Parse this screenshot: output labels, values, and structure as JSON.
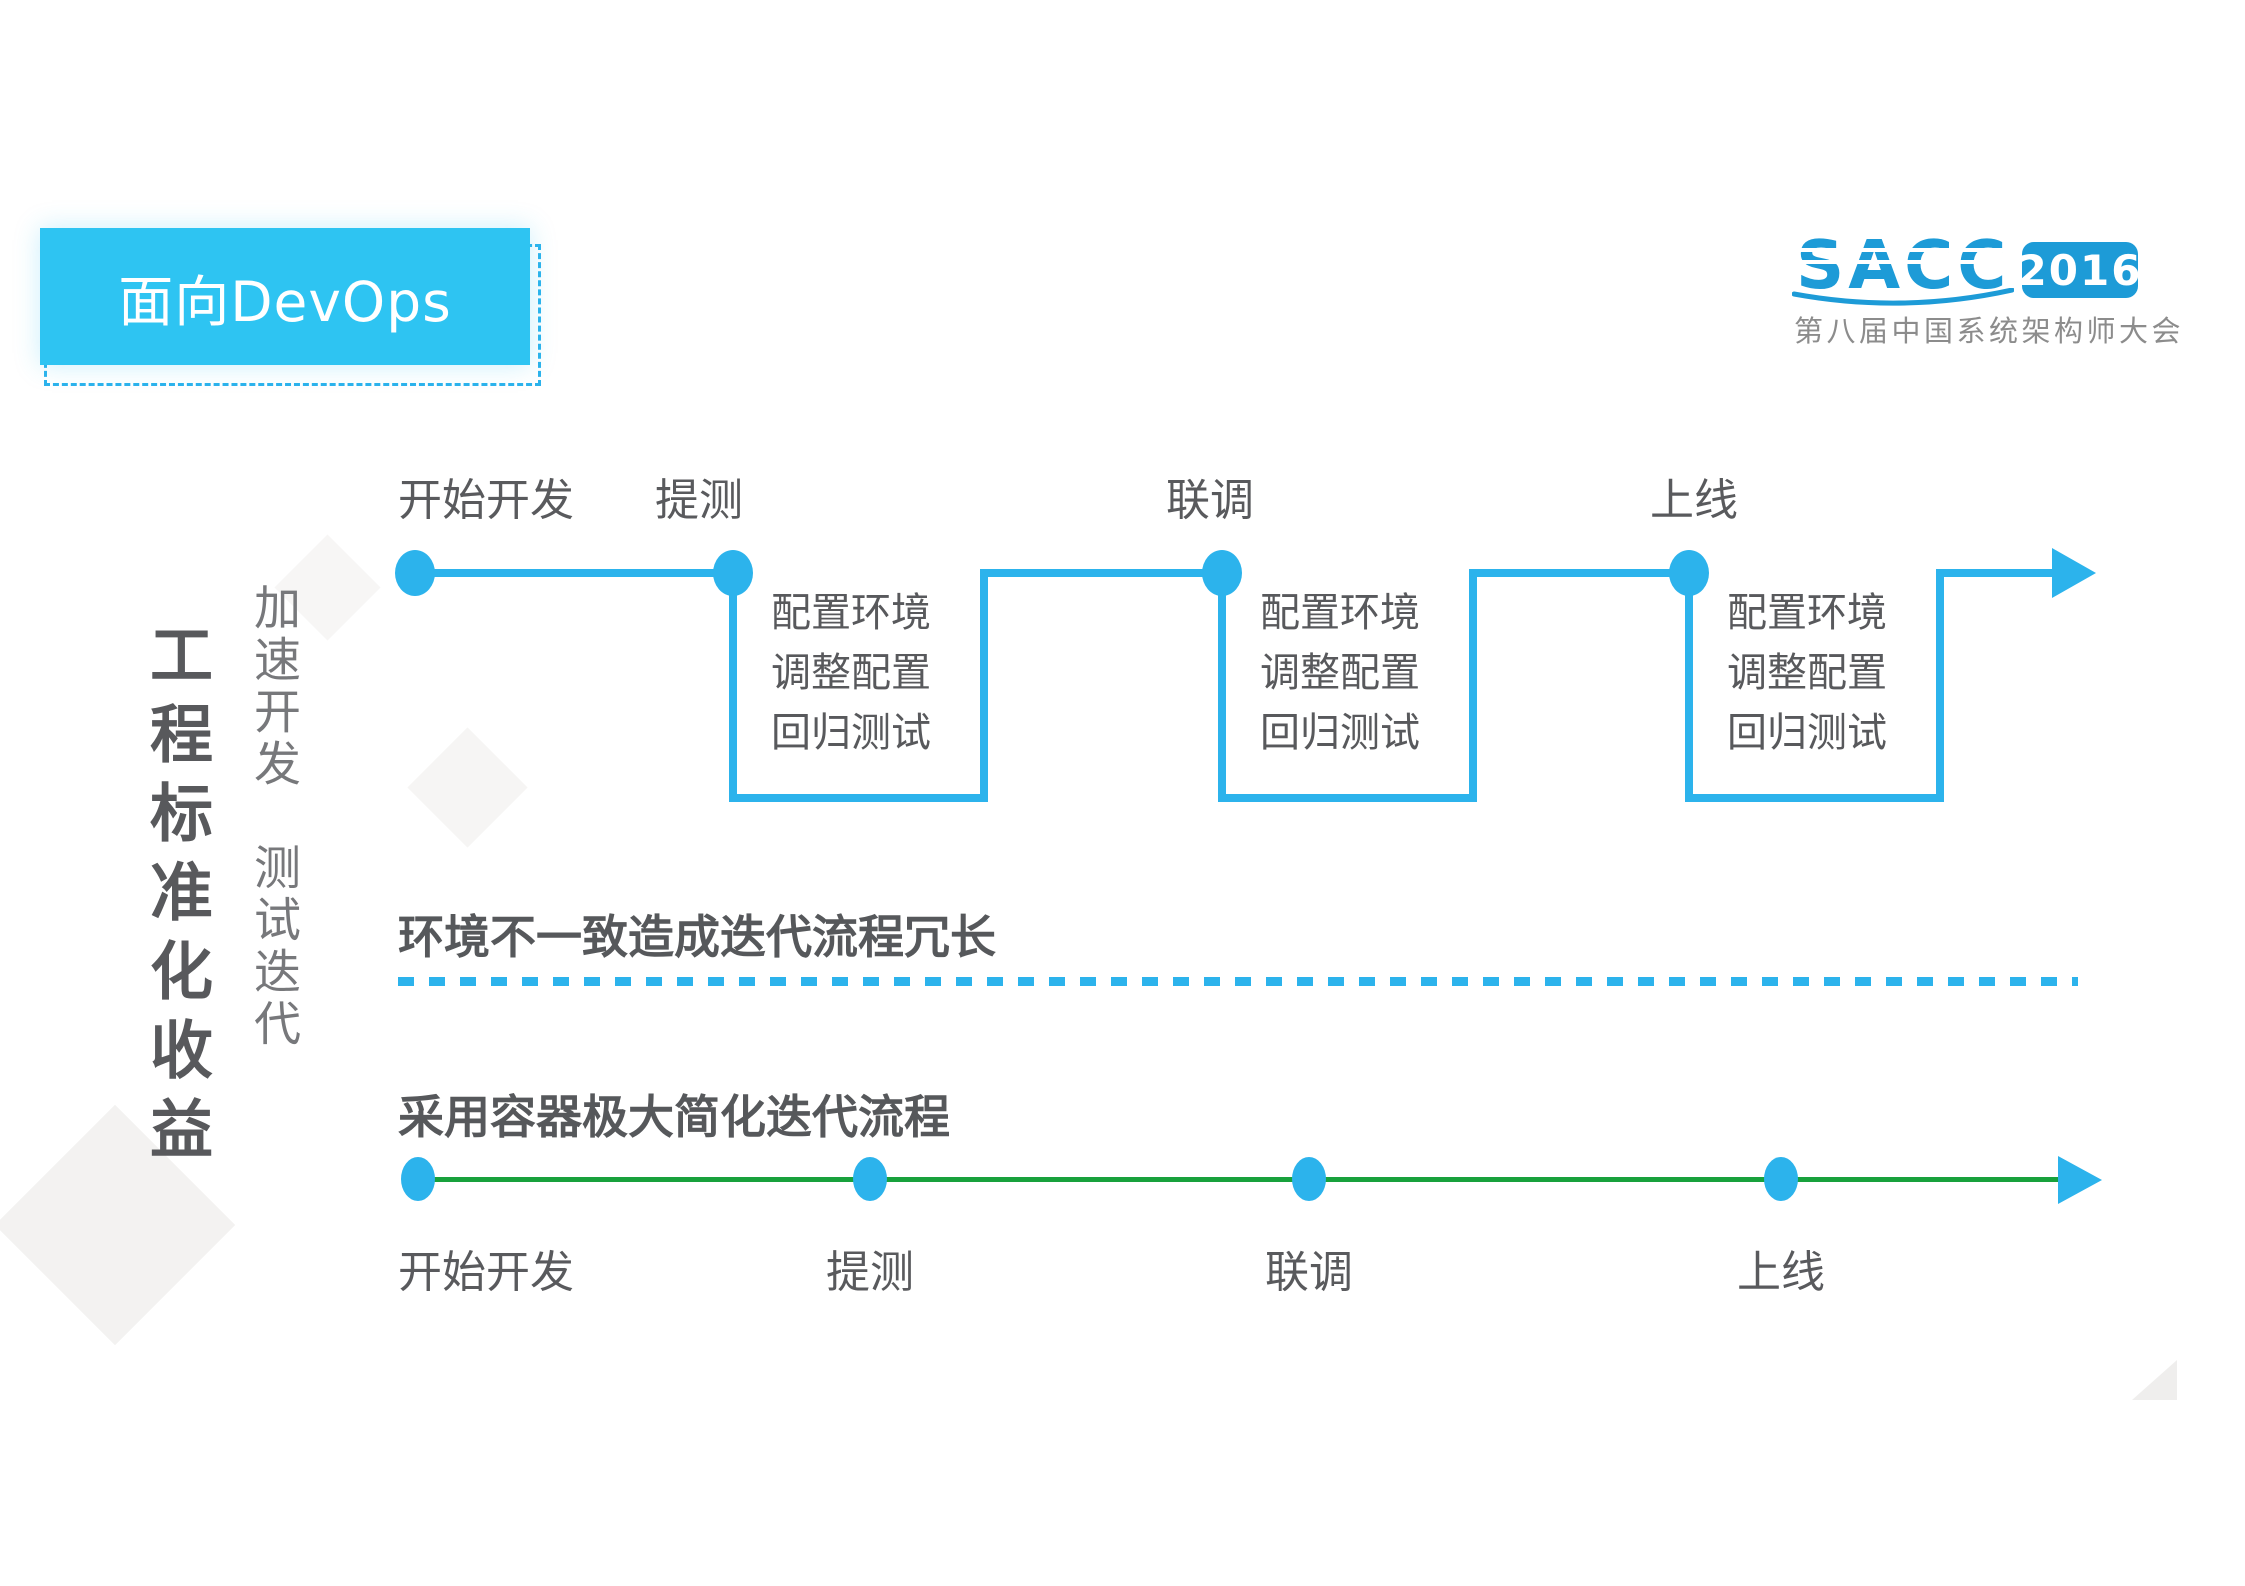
{
  "banner": {
    "title": "面向DevOps"
  },
  "logo": {
    "brand": "SACC",
    "year": "2016",
    "subtitle": "第八届中国系统架构师大会"
  },
  "sidebar": {
    "headline": "工程标准化收益",
    "benefits": [
      "加速开发",
      "测试迭代"
    ]
  },
  "flow_old": {
    "caption": "环境不一致造成迭代流程冗长",
    "milestones": [
      "开始开发",
      "提测",
      "联调",
      "上线"
    ],
    "detour_steps": [
      "配置环境",
      "调整配置",
      "回归测试"
    ]
  },
  "flow_new": {
    "caption": "采用容器极大简化迭代流程",
    "milestones": [
      "开始开发",
      "提测",
      "联调",
      "上线"
    ]
  },
  "colors": {
    "line_blue": "#2CB3EC",
    "banner_blue": "#2EC4F2",
    "logo_blue": "#1D9BD7",
    "green": "#18A13C",
    "dark_text": "#58595C",
    "mid_text": "#77787B",
    "logo_gray": "#8C8C8C"
  }
}
